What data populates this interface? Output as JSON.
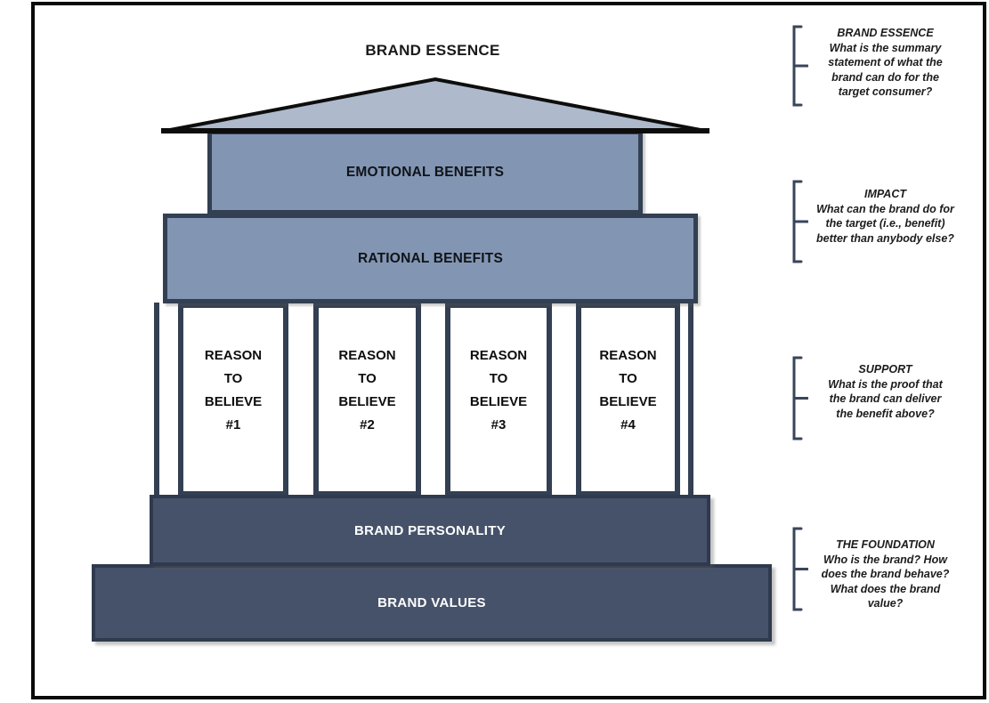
{
  "title": "BRAND ESSENCE",
  "temple": {
    "emotional_label": "EMOTIONAL BENEFITS",
    "rational_label": "RATIONAL BENEFITS",
    "pillars": [
      {
        "lines": [
          "REASON",
          "TO",
          "BELIEVE",
          "#1"
        ]
      },
      {
        "lines": [
          "REASON",
          "TO",
          "BELIEVE",
          "#2"
        ]
      },
      {
        "lines": [
          "REASON",
          "TO",
          "BELIEVE",
          "#3"
        ]
      },
      {
        "lines": [
          "REASON",
          "TO",
          "BELIEVE",
          "#4"
        ]
      }
    ],
    "personality_label": "BRAND PERSONALITY",
    "values_label": "BRAND VALUES"
  },
  "annotations": [
    {
      "title": "BRAND ESSENCE",
      "lines": [
        "What is the summary",
        "statement of what the",
        "brand can do for the",
        "target consumer?"
      ]
    },
    {
      "title": "IMPACT",
      "lines": [
        "What can the brand do for",
        "the target (i.e., benefit)",
        "better than anybody else?"
      ]
    },
    {
      "title": "SUPPORT",
      "lines": [
        "What is the proof that",
        "the brand can deliver",
        "the benefit above?"
      ]
    },
    {
      "title": "THE FOUNDATION",
      "lines": [
        "Who is the brand? How",
        "does the brand behave?",
        "What does the brand",
        "value?"
      ]
    }
  ],
  "colors": {
    "roof_fill": "#aeb9cc",
    "mid_box_fill": "#8296b3",
    "mid_box_border": "#333f52",
    "dark_box_fill": "#46526a",
    "dark_box_border": "#2f3a4e",
    "pillar_fill": "#ffffff",
    "outer_frame": "#0a0a0a",
    "bracket": "#39455a"
  }
}
